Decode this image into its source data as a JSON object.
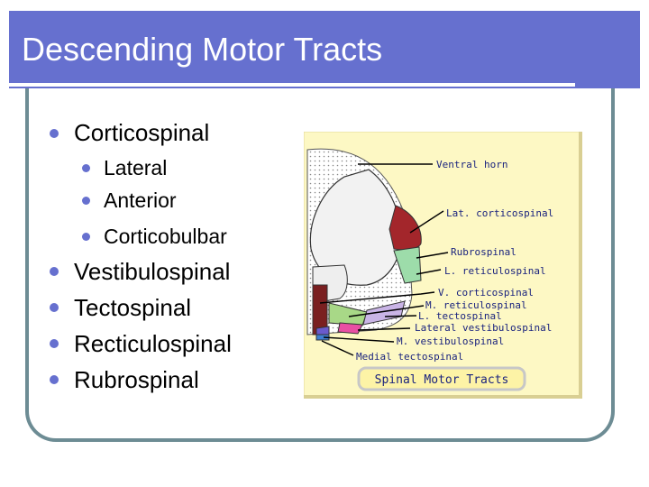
{
  "slide": {
    "title": "Descending Motor Tracts",
    "bullets": [
      {
        "text": "Corticospinal",
        "children": [
          "Lateral",
          "Anterior",
          "Corticobulbar"
        ]
      },
      {
        "text": "Vestibulospinal"
      },
      {
        "text": "Tectospinal"
      },
      {
        "text": "Recticulospinal"
      },
      {
        "text": "Rubrospinal"
      }
    ]
  },
  "figure": {
    "caption": "Spinal Motor Tracts",
    "labels": [
      "Ventral horn",
      "Lat. corticospinal",
      "Rubrospinal",
      "L. reticulospinal",
      "V. corticospinal",
      "M. reticulospinal",
      "L. tectospinal",
      "Lateral vestibulospinal",
      "M. vestibulospinal",
      "Medial tectospinal"
    ],
    "colors": {
      "background": "#fdf8c4",
      "cord": "#ffffff",
      "white_matter": "#e8e8e8",
      "lat_corticospinal": "#a3262b",
      "rubrospinal": "#9ddcaa",
      "v_corticospinal": "#7a1f20",
      "m_reticulospinal": "#a8d887",
      "l_tectospinal": "#c9b4e6",
      "lateral_vestibulospinal": "#e84fa3",
      "m_vestibulospinal": "#6a5acd",
      "medial_tectospinal": "#3f7fd3",
      "label_text": "#1a237e"
    }
  },
  "theme": {
    "title_bg": "#6670cf",
    "bullet_color": "#6670cf",
    "frame_color": "#6d8c94"
  }
}
